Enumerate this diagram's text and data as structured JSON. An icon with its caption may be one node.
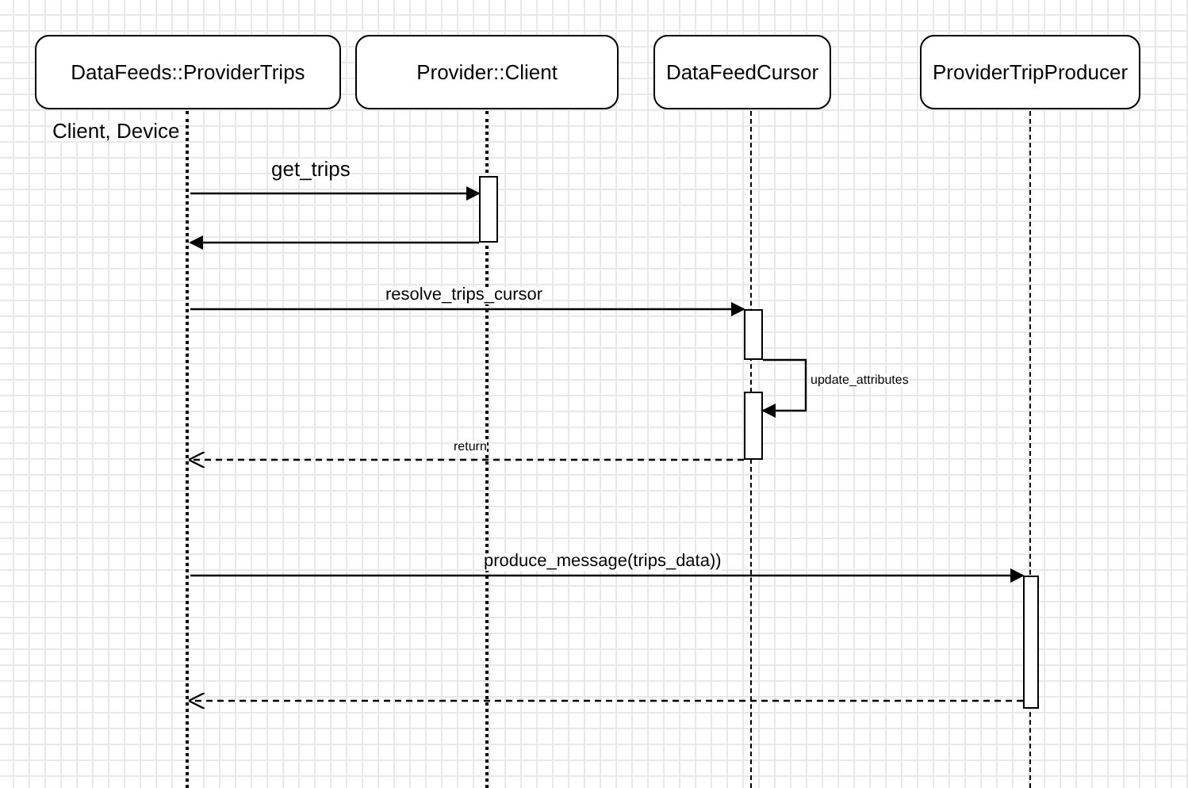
{
  "diagram": {
    "nodes": [
      {
        "text": [
          "DataFeeds::ProviderTrips"
        ]
      },
      {
        "text": [
          "Provider::Client"
        ]
      },
      {
        "text": [
          "DataFeedCursor"
        ]
      },
      {
        "text": [
          "ProviderTripProducer"
        ]
      },
      {
        "text": [],
        "shape": "line"
      },
      {
        "text": [],
        "shape": "line"
      },
      {
        "text": [],
        "shape": "line"
      },
      {
        "text": [],
        "shape": "line"
      },
      {
        "text": [],
        "shape": "bar"
      },
      {
        "text": [],
        "shape": "bar"
      },
      {
        "text": [],
        "shape": "bar"
      },
      {
        "text": [],
        "shape": "bar"
      }
    ],
    "edges": [
      {
        "from": 4,
        "to": 8,
        "arrow": "to",
        "label": "get_trips"
      },
      {
        "from": 8,
        "to": 4,
        "arrow": "to"
      },
      {
        "from": 4,
        "to": 9,
        "arrow": "to",
        "label": "resolve_trips_cursor"
      },
      {
        "from": 9,
        "to": 10,
        "arrow": "to",
        "label": "update_attributes"
      },
      {
        "from": 10,
        "to": 4,
        "arrow": "to",
        "label": "return",
        "style": "dashed"
      },
      {
        "from": 4,
        "to": 11,
        "arrow": "to",
        "label": "produce_message(trips_data))"
      },
      {
        "from": 11,
        "to": 4,
        "arrow": "to",
        "style": "dashed"
      }
    ],
    "labels": [
      "Client, Device"
    ]
  }
}
